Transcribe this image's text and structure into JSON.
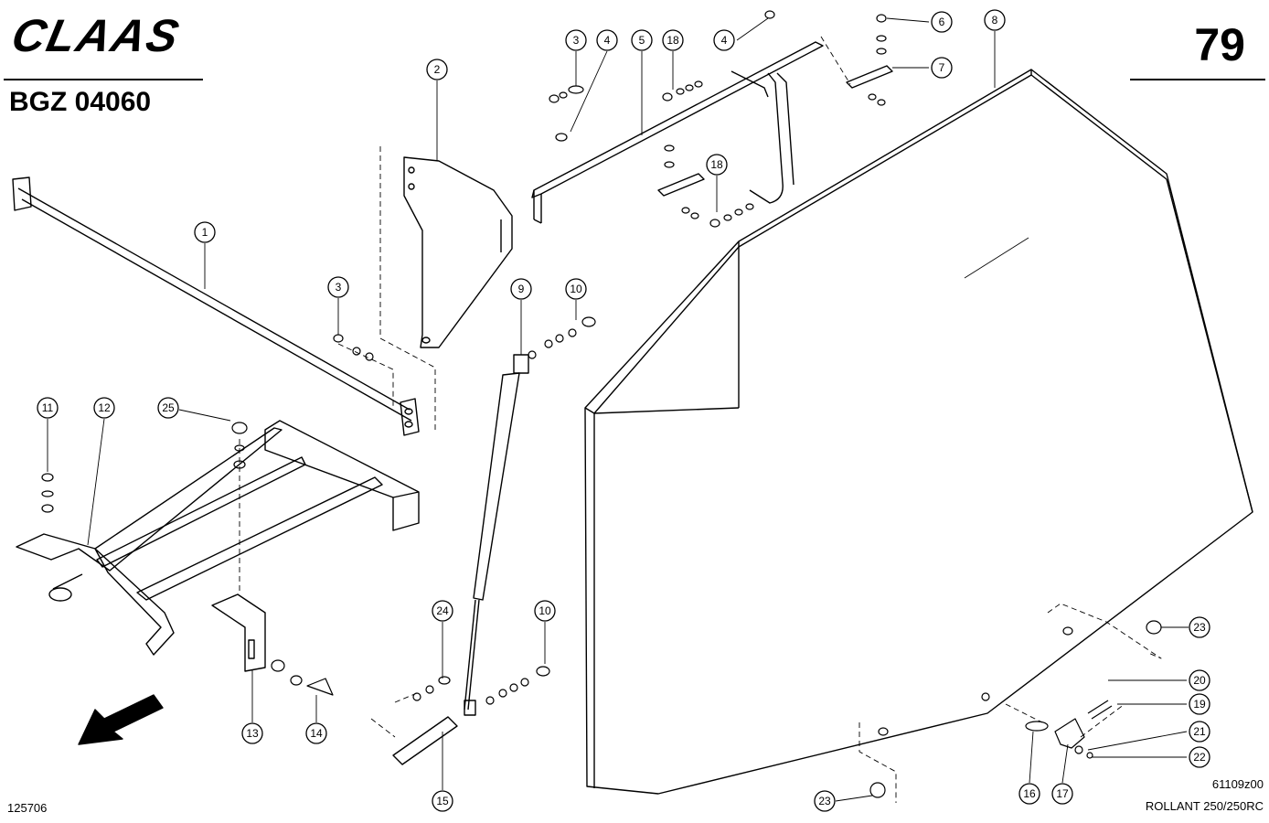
{
  "header": {
    "logo": "CLAAS",
    "code": "BGZ 04060",
    "page_number": "79"
  },
  "footer": {
    "image_id": "125706",
    "drawing_id": "61109z00",
    "model": "ROLLANT 250/250RC"
  },
  "callouts": [
    "1",
    "2",
    "3",
    "4",
    "5",
    "18",
    "4",
    "6",
    "7",
    "8",
    "3",
    "9",
    "10",
    "11",
    "12",
    "25",
    "24",
    "10",
    "13",
    "14",
    "15",
    "16",
    "17",
    "20",
    "19",
    "21",
    "22",
    "23",
    "23"
  ]
}
